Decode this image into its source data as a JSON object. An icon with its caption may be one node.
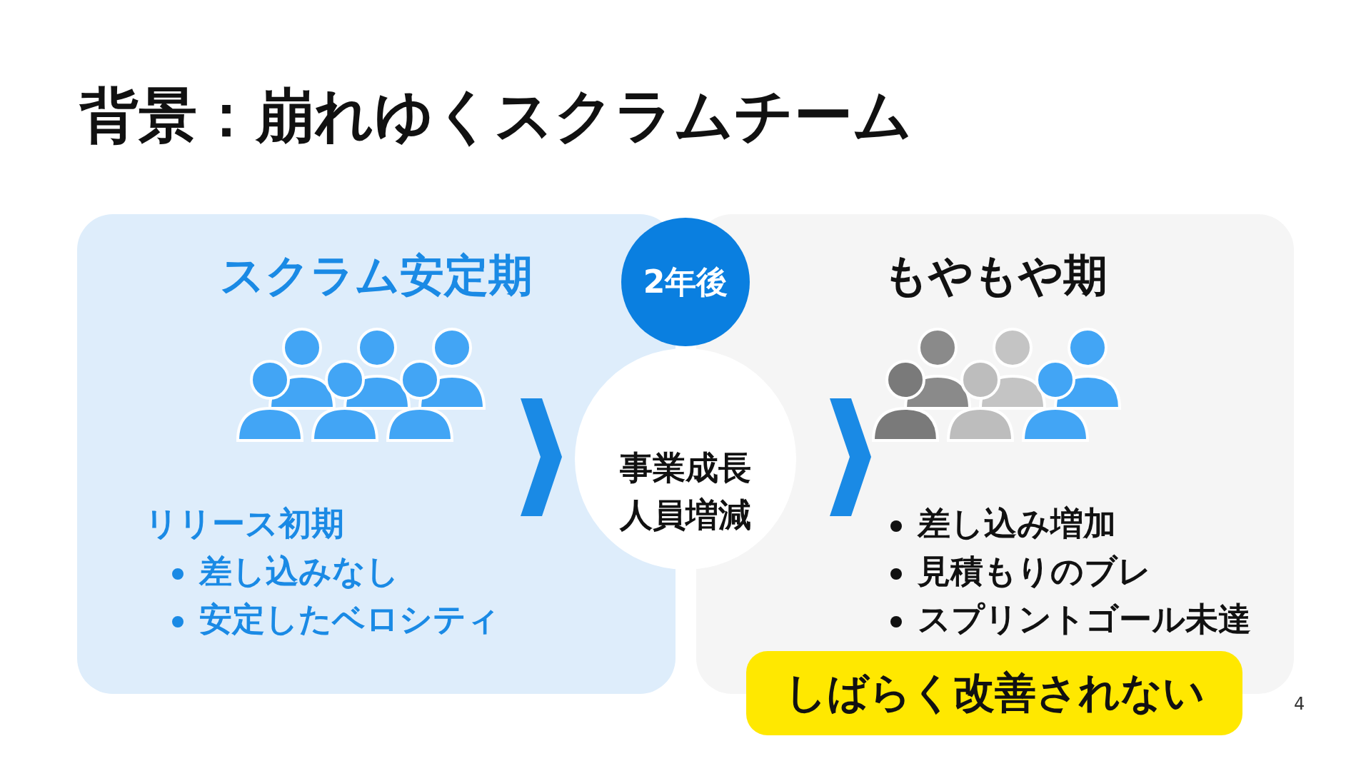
{
  "diagram": {
    "title": "背景：崩れゆくスクラムチーム",
    "nodes": [
      {
        "text": [
          "スクラム安定期",
          "リリース初期",
          "差し込みなし",
          "安定したベロシティ"
        ]
      },
      {
        "text": [
          "事業成長人員増減"
        ]
      },
      {
        "text": [
          "2年後"
        ]
      },
      {
        "text": [
          "もやもや期",
          "差し込み増加",
          "見積もりのブレ",
          "スプリントゴール未達"
        ]
      },
      {
        "text": [
          "しばらく改善されない"
        ]
      }
    ],
    "edges": [
      {
        "from": 0,
        "to": 1,
        "arrow": "to"
      },
      {
        "from": 1,
        "to": 3,
        "arrow": "to"
      }
    ],
    "labels": [
      "4"
    ]
  }
}
